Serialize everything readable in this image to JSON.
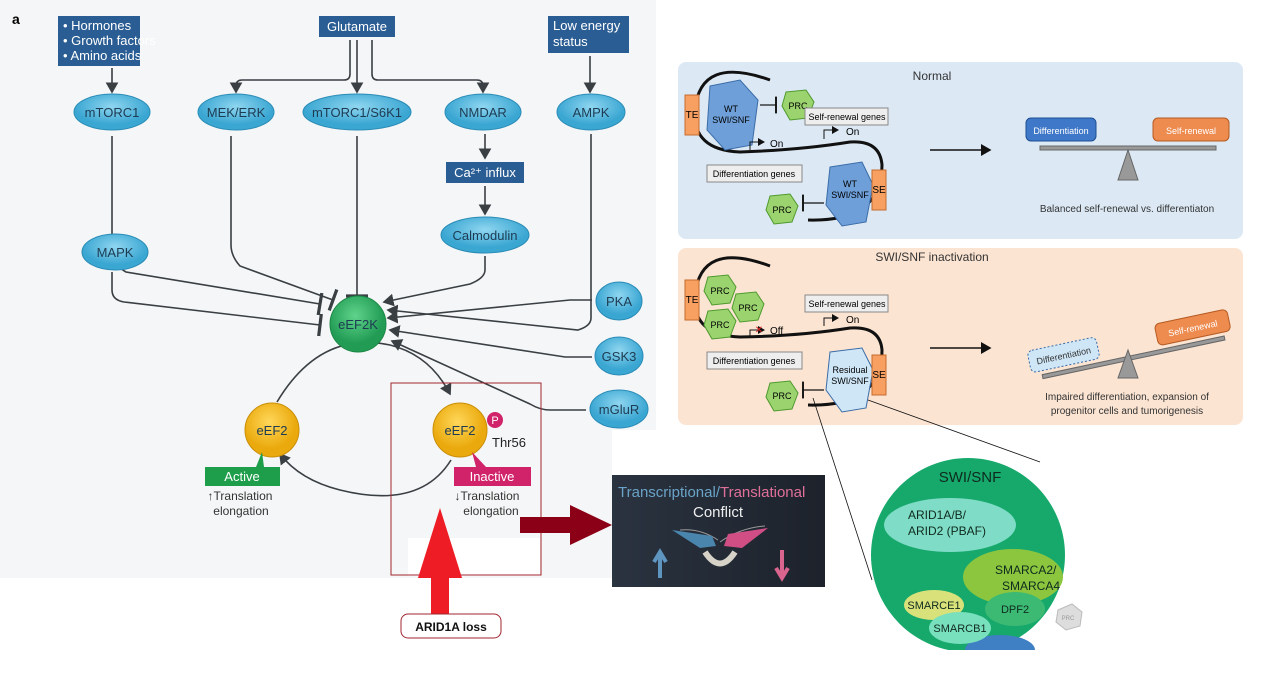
{
  "panel_a": {
    "label": "a",
    "inputs": {
      "nutrients": [
        "• Hormones",
        "• Growth factors",
        "• Amino acids"
      ],
      "glutamate": "Glutamate",
      "low_energy": [
        "Low energy",
        "status"
      ],
      "ca_influx": "Ca²⁺ influx"
    },
    "nodes": {
      "mtorc1": "mTORC1",
      "mek_erk": "MEK/ERK",
      "mtorc1_s6k1": "mTORC1/S6K1",
      "nmdar": "NMDAR",
      "ampk": "AMPK",
      "calmodulin": "Calmodulin",
      "mapk": "MAPK",
      "pka": "PKA",
      "gsk3": "GSK3",
      "mglur": "mGluR",
      "eef2k": "eEF2K",
      "eef2_active": "eEF2",
      "eef2_inactive": "eEF2",
      "phospho": "P",
      "thr56": "Thr56"
    },
    "states": {
      "active": "Active",
      "inactive": "Inactive",
      "active_effect": [
        "↑Translation",
        "elongation"
      ],
      "inactive_effect": [
        "↓Translation",
        "elongation"
      ]
    },
    "arid1a_loss": "ARID1A loss"
  },
  "conflict": {
    "transcriptional": "Transcriptional/",
    "translational": "Translational",
    "conflict": "Conflict"
  },
  "normal_panel": {
    "title": "Normal",
    "te": "TE",
    "se": "SE",
    "wt_swisnf": [
      "WT",
      "SWI/SNF"
    ],
    "prc": "PRC",
    "self_renewal_genes": "Self-renewal genes",
    "differentiation_genes": "Differentiation genes",
    "on": "On",
    "differentiation": "Differentiation",
    "self_renewal": "Self-renewal",
    "caption": "Balanced self-renewal vs. differentiaton"
  },
  "inactivation_panel": {
    "title": "SWI/SNF inactivation",
    "te": "TE",
    "se": "SE",
    "residual": [
      "Residual",
      "SWI/SNF"
    ],
    "prc": "PRC",
    "self_renewal_genes": "Self-renewal genes",
    "differentiation_genes": "Differentiation genes",
    "on": "On",
    "off": "Off",
    "differentiation": "Differentiation",
    "self_renewal": "Self-renewal",
    "caption": [
      "Impaired differentiation, expansion of",
      "progenitor cells and tumorigenesis"
    ]
  },
  "swisnf_complex": {
    "title": "SWI/SNF",
    "arid": [
      "ARID1A/B/",
      "ARID2 (PBAF)"
    ],
    "smarca": [
      "SMARCA2/",
      "SMARCA4"
    ],
    "smarce1": "SMARCE1",
    "dpf2": "DPF2",
    "smarcb1": "SMARCB1",
    "prc": "PRC"
  },
  "colors": {
    "input_box": "#2a5d93",
    "node": "#4fb3dc",
    "eef2k": "#2fb064",
    "eef2": "#f2b815",
    "active": "#1e9e4a",
    "inactive": "#d1236a",
    "normal_bg": "#dce9f5",
    "inactivation_bg": "#fbe4d2",
    "complex": "#17a96c",
    "red_arrow": "#ee1c24",
    "dark_red_arrow": "#8b0016"
  }
}
